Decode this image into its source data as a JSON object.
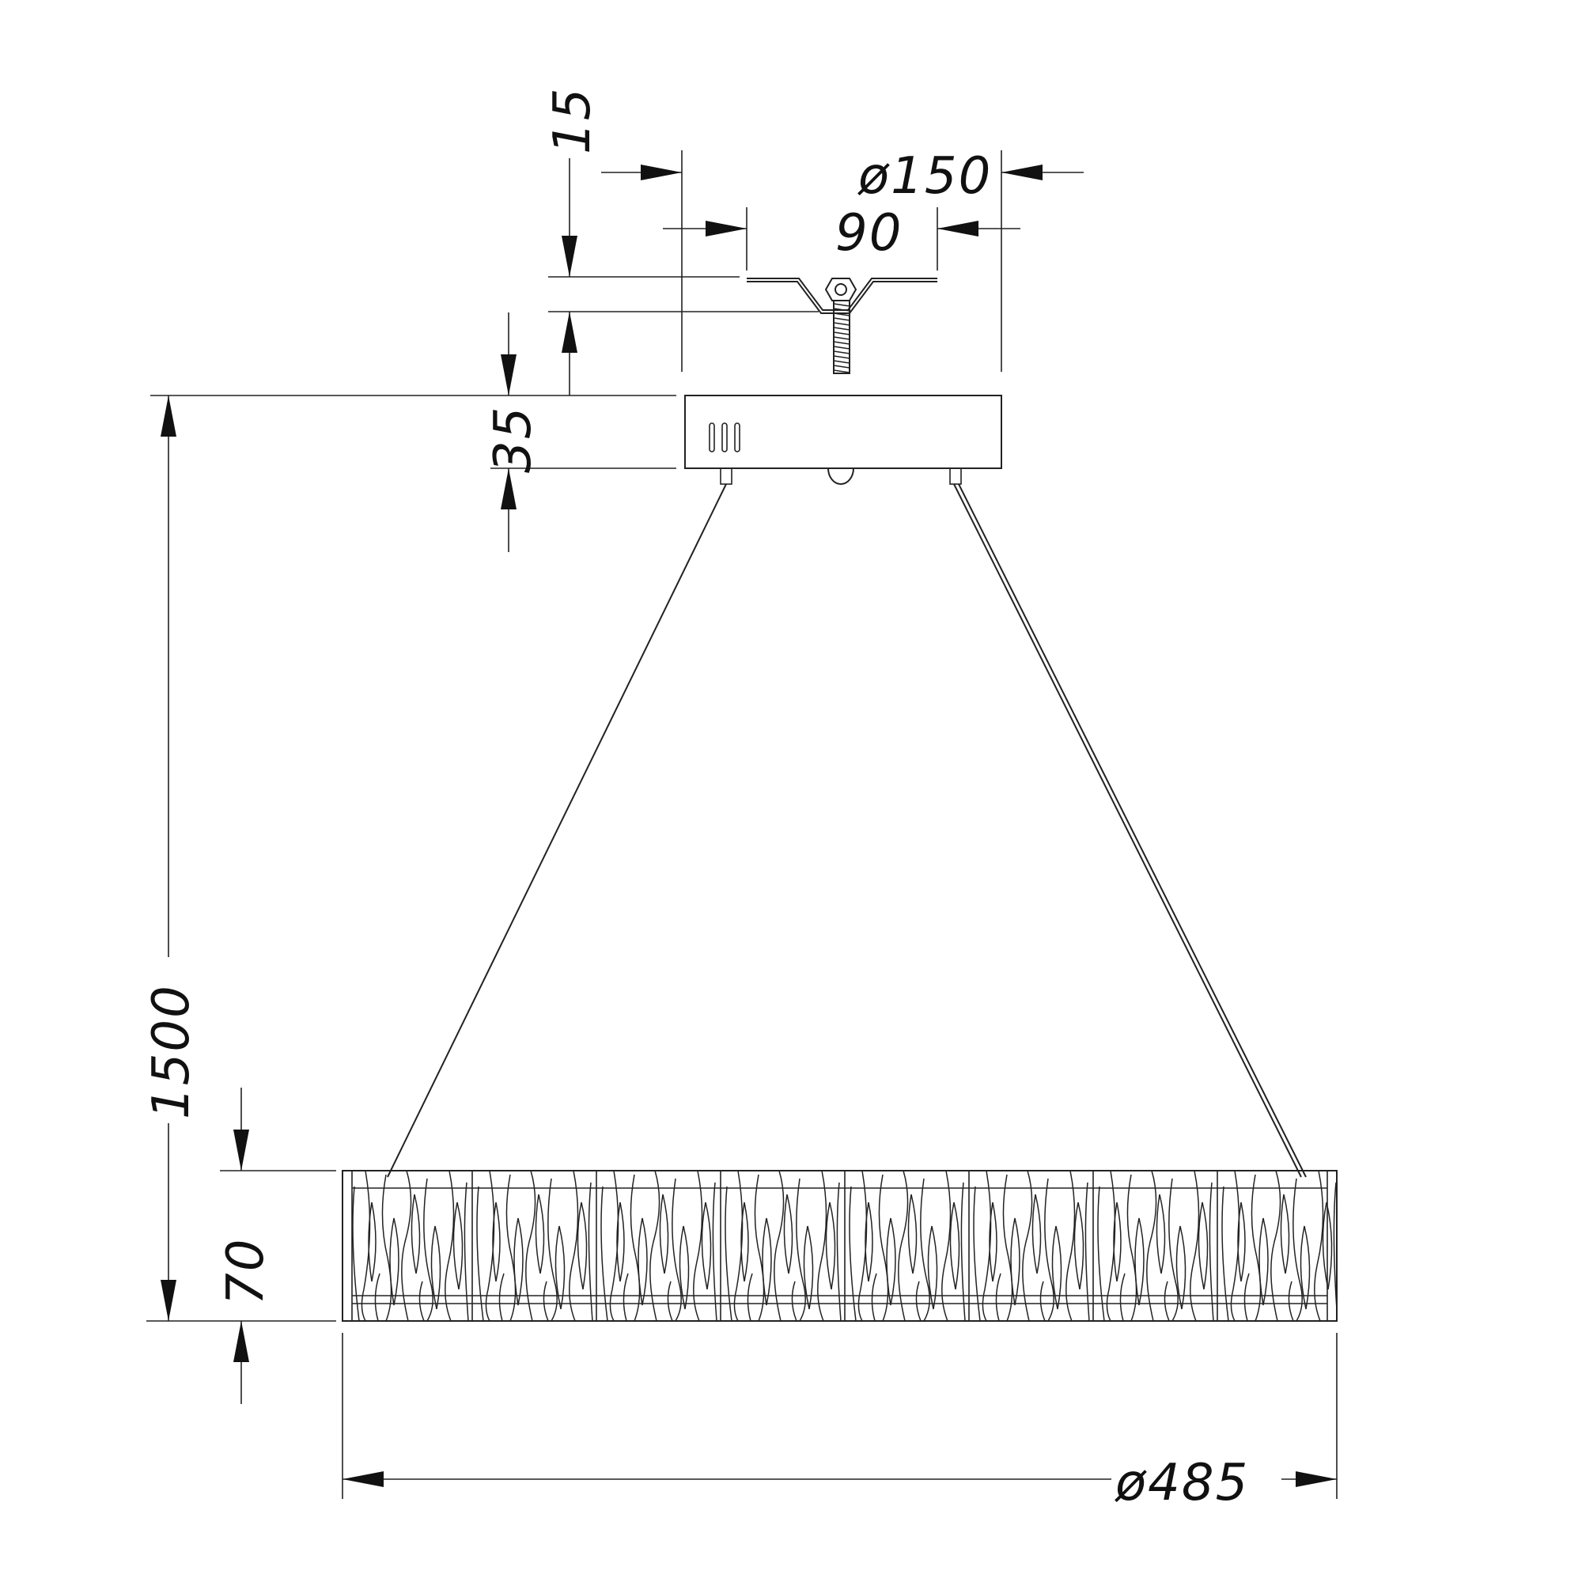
{
  "dimensions": {
    "clamp_offset": "15",
    "canopy_diameter": "ø150",
    "bracket_width": "90",
    "canopy_height": "35",
    "total_height": "1500",
    "ring_height": "70",
    "ring_diameter": "ø485"
  },
  "colors": {
    "ink": "#111111",
    "background": "#ffffff"
  }
}
